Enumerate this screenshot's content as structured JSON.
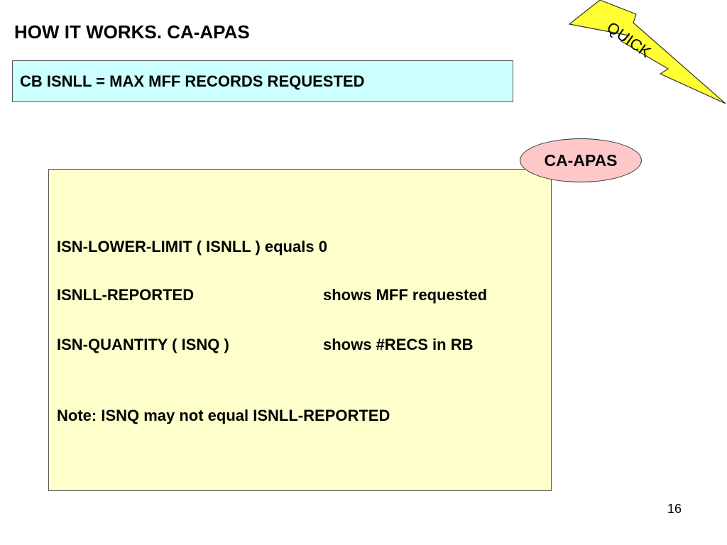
{
  "slide": {
    "title": "HOW IT WORKS. CA-APAS",
    "subtitle": "CB ISNLL = MAX MFF RECORDS REQUESTED",
    "bolt_label": "QUICK",
    "badge_label": "CA-APAS",
    "page_number": "16",
    "rows": [
      {
        "label": "ISN-LOWER-LIMIT ( ISNLL ) equals 0",
        "value": ""
      },
      {
        "label": "ISNLL-REPORTED",
        "value": "shows MFF requested"
      },
      {
        "label": "ISN-QUANTITY ( ISNQ )",
        "value": "shows #RECS in RB"
      }
    ],
    "note": "Note: ISNQ may not equal ISNLL-REPORTED"
  },
  "colors": {
    "subtitle_bg": "#ccffff",
    "content_bg": "#ffffcc",
    "badge_bg": "#ffc8c8",
    "bolt_fill": "#ffff33"
  }
}
